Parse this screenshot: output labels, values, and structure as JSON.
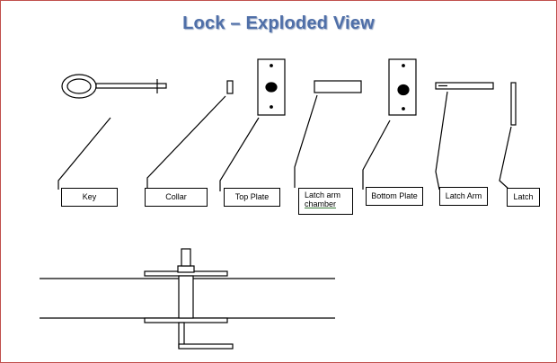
{
  "title": "Lock – Exploded View",
  "labels": {
    "key": "Key",
    "collar": "Collar",
    "top_plate": "Top Plate",
    "latch_arm_chamber_line1": "Latch arm",
    "latch_arm_chamber_line2": "chamber",
    "bottom_plate": "Bottom Plate",
    "latch_arm": "Latch Arm",
    "latch": "Latch"
  },
  "colors": {
    "title": "#4f6fa8",
    "frame": "#c0504d",
    "stroke": "#000000"
  }
}
